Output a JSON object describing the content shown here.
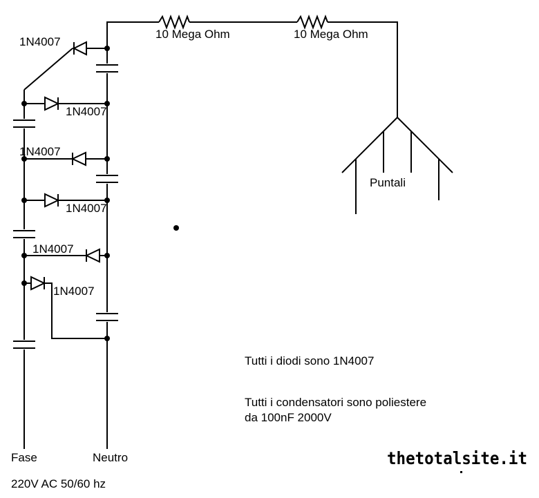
{
  "diagram": {
    "resistors": [
      "10 Mega Ohm",
      "10 Mega Ohm"
    ],
    "diode_labels": [
      "1N4007",
      "1N4007",
      "1N4007",
      "1N4007",
      "1N4007",
      "1N4007"
    ],
    "probe_label": "Puntali",
    "terminal_phase": "Fase",
    "terminal_neutral": "Neutro",
    "supply": "220V AC 50/60 hz",
    "note_diodes": "Tutti i diodi sono 1N4007",
    "note_caps_line1": "Tutti i condensatori sono poliestere",
    "note_caps_line2": "da 100nF 2000V",
    "brand": "thetotalsite.it"
  }
}
